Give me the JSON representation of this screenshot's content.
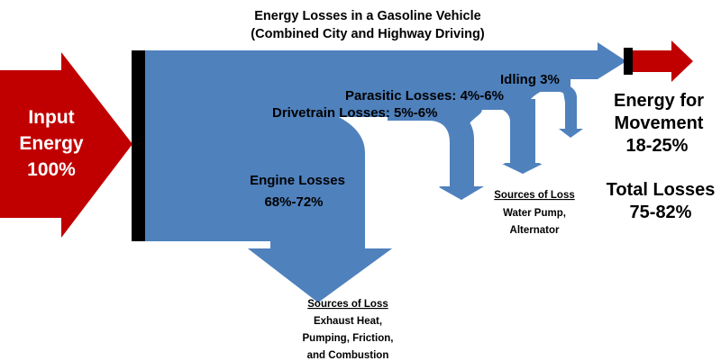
{
  "title": {
    "line1": "Energy Losses in a Gasoline Vehicle",
    "line2": "(Combined City and Highway Driving)"
  },
  "input": {
    "line1": "Input",
    "line2": "Energy",
    "line3": "100%"
  },
  "labels": {
    "idling": "Idling 3%",
    "parasitic": "Parasitic Losses: 4%-6%",
    "drivetrain": "Drivetrain Losses: 5%-6%",
    "engine_line1": "Engine Losses",
    "engine_line2": "68%-72%"
  },
  "output": {
    "movement_line1": "Energy for",
    "movement_line2": "Movement",
    "movement_line3": "18-25%",
    "total_line1": "Total Losses",
    "total_line2": "75-82%"
  },
  "sources_parasitic": {
    "heading": "Sources of Loss",
    "line1": "Water Pump,",
    "line2": "Alternator"
  },
  "sources_engine": {
    "heading": "Sources of Loss",
    "line1": "Exhaust Heat,",
    "line2": "Pumping, Friction,",
    "line3": "and Combustion"
  },
  "colors": {
    "input": "#c00000",
    "flow": "#4f81bd",
    "bar": "#000000"
  }
}
